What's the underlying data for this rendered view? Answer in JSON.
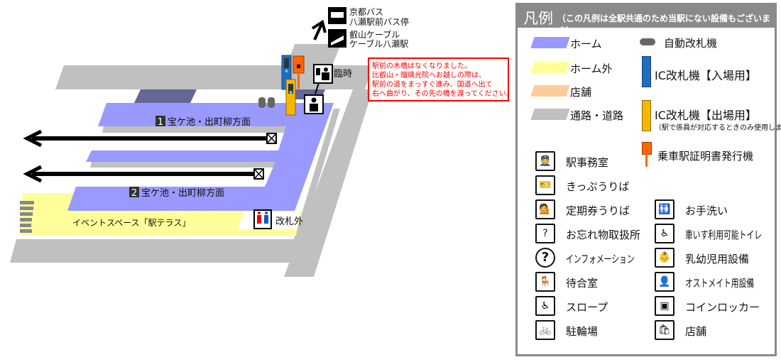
{
  "map": {
    "exits": [
      {
        "icon": "bus-icon",
        "line1": "京都バス",
        "line2": "八瀬駅前バス停"
      },
      {
        "icon": "cable-car-icon",
        "line1": "叡山ケーブル",
        "line2": "ケーブル八瀬駅"
      }
    ],
    "temporary_label": "臨時",
    "notice": [
      "駅前の木橋はなくなりました。",
      "比叡山・瑠璃光院へお越しの際は、",
      "駅前の道をまっすぐ進み、国道へ出て",
      "右へ曲がり、その先の橋を渡ってください。"
    ],
    "platforms": [
      {
        "number": "1",
        "direction": "宝ケ池・出町柳方面"
      },
      {
        "number": "2",
        "direction": "宝ケ池・出町柳方面"
      }
    ],
    "event_space": "イベントスペース「駅テラス」",
    "toilet_label": "改札外"
  },
  "colors": {
    "platform": "#9999ff",
    "outside_platform": "#ffff99",
    "shop": "#ffcc99",
    "road": "#c0c0c0",
    "notice": "#ff0000",
    "ic_entry": "#1f6fc0",
    "ic_exit": "#f5b800",
    "certificate": "#ff6600"
  },
  "legend": {
    "title": "凡例",
    "subtitle": "（この凡例は全駅共通のため当駅にない設備もございます）",
    "areas": [
      {
        "label": "ホーム"
      },
      {
        "label": "ホーム外"
      },
      {
        "label": "店舗"
      },
      {
        "label": "通路・道路"
      }
    ],
    "machines": [
      {
        "label": "自動改札機",
        "icon": "auto-gate-icon"
      },
      {
        "label": "IC改札機【入場用】",
        "icon": "ic-entry-gate-icon"
      },
      {
        "label": "IC改札機【出場用】",
        "note": "（駅で係員が対応するときのみ使用します）",
        "icon": "ic-exit-gate-icon"
      },
      {
        "label": "乗車駅証明書発行機",
        "icon": "certificate-machine-icon"
      }
    ],
    "facilities_left": [
      {
        "label": "駅事務室",
        "icon": "station-office-icon",
        "glyph": "👮"
      },
      {
        "label": "きっぷうりば",
        "icon": "ticket-office-icon",
        "glyph": "🎫"
      },
      {
        "label": "定期券うりば",
        "icon": "pass-office-icon",
        "glyph": "💁"
      },
      {
        "label": "お忘れ物取扱所",
        "icon": "lost-found-icon",
        "glyph": "?"
      },
      {
        "label": "インフォメーション",
        "icon": "information-icon",
        "glyph": "?"
      },
      {
        "label": "待合室",
        "icon": "waiting-room-icon",
        "glyph": "🪑"
      },
      {
        "label": "スロープ",
        "icon": "slope-icon",
        "glyph": "♿"
      },
      {
        "label": "駐輪場",
        "icon": "bicycle-parking-icon",
        "glyph": "🚲"
      }
    ],
    "facilities_right": [
      {
        "label": "お手洗い",
        "icon": "toilet-icon",
        "glyph": "🚻"
      },
      {
        "label": "車いす利用可能トイレ",
        "icon": "accessible-toilet-icon",
        "glyph": "♿"
      },
      {
        "label": "乳幼児用設備",
        "icon": "baby-facility-icon",
        "glyph": "👶"
      },
      {
        "label": "オストメイト用設備",
        "icon": "ostomate-icon",
        "glyph": "👤"
      },
      {
        "label": "コインロッカー",
        "icon": "coin-locker-icon",
        "glyph": "▣"
      },
      {
        "label": "店舗",
        "icon": "shop-icon",
        "glyph": "🛍"
      }
    ]
  }
}
